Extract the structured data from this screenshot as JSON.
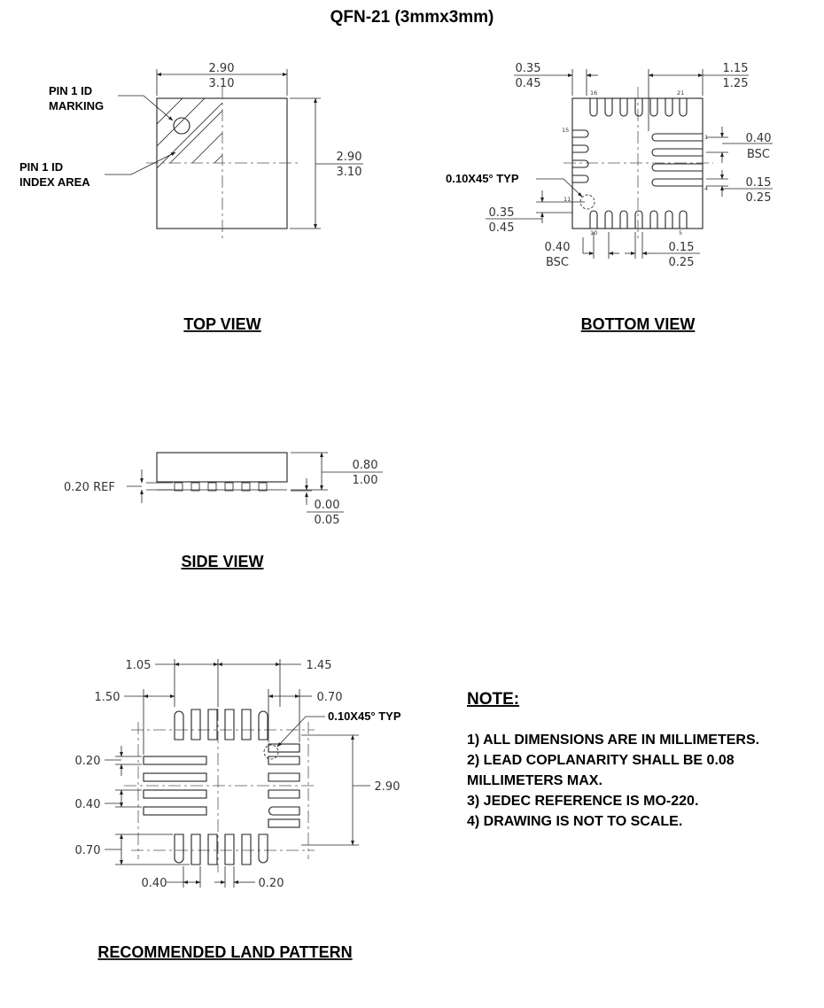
{
  "title": "QFN-21 (3mmx3mm)",
  "top_view": {
    "heading": "TOP VIEW",
    "pin1_marking": [
      "PIN 1 ID",
      "MARKING"
    ],
    "pin1_index": [
      "PIN 1 ID",
      "INDEX AREA"
    ],
    "width": [
      "2.90",
      "3.10"
    ],
    "height": [
      "2.90",
      "3.10"
    ]
  },
  "bottom_view": {
    "heading": "BOTTOM VIEW",
    "dim_top_left": [
      "0.35",
      "0.45"
    ],
    "dim_top_right": [
      "1.15",
      "1.25"
    ],
    "dim_right_pitch": [
      "0.40",
      "BSC"
    ],
    "dim_right_lead": [
      "0.15",
      "0.25"
    ],
    "dim_left_len": [
      "0.35",
      "0.45"
    ],
    "dim_bottom_pitch": [
      "0.40",
      "BSC"
    ],
    "dim_bottom_lead": [
      "0.15",
      "0.25"
    ],
    "chamfer": "0.10X45° TYP",
    "pin_numbers": [
      "16",
      "21",
      "15",
      "1",
      "4",
      "11",
      "10",
      "5"
    ]
  },
  "side_view": {
    "heading": "SIDE VIEW",
    "ref": "0.20 REF",
    "height": [
      "0.80",
      "1.00"
    ],
    "standoff": [
      "0.00",
      "0.05"
    ]
  },
  "land_pattern": {
    "heading": "RECOMMENDED LAND PATTERN",
    "d_105": "1.05",
    "d_145": "1.45",
    "d_150": "1.50",
    "d_070_top": "0.70",
    "chamfer": "0.10X45° TYP",
    "d_020_left": "0.20",
    "d_040_left": "0.40",
    "d_290": "2.90",
    "d_070_left": "0.70",
    "d_040_bottom": "0.40",
    "d_020_bottom": "0.20"
  },
  "note": {
    "heading": "NOTE:",
    "lines": [
      "1) ALL DIMENSIONS ARE IN MILLIMETERS.",
      "2) LEAD COPLANARITY SHALL BE 0.08",
      "MILLIMETERS MAX.",
      "3) JEDEC REFERENCE IS MO-220.",
      "4) DRAWING IS NOT TO SCALE."
    ]
  }
}
